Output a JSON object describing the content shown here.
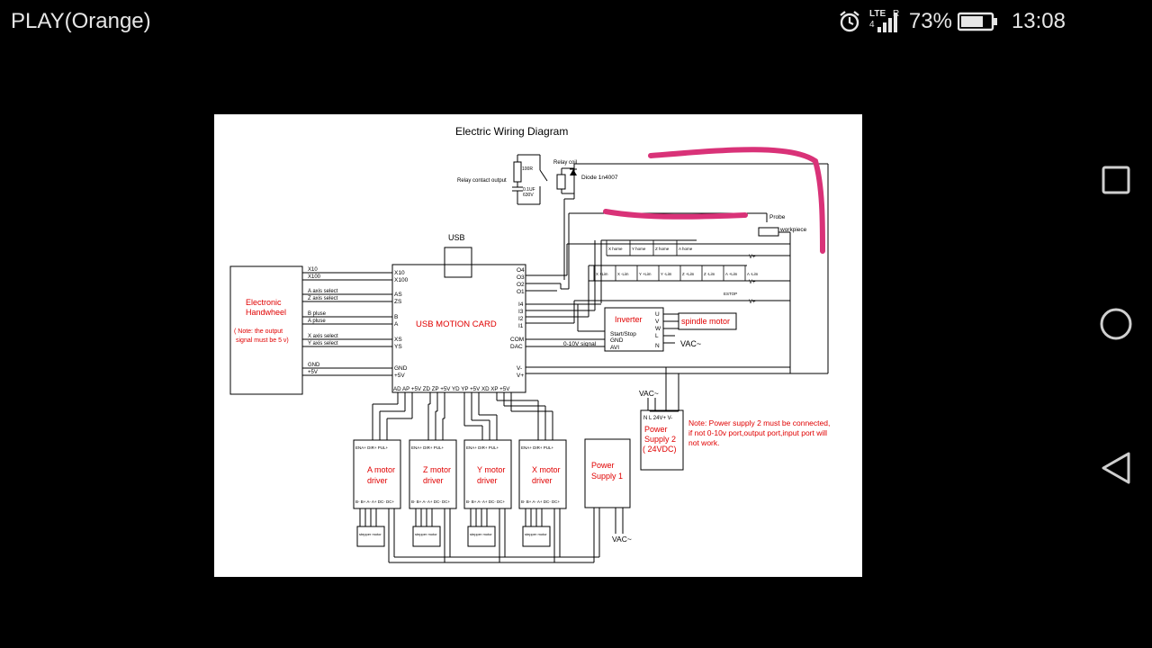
{
  "status_bar": {
    "carrier": "PLAY(Orange)",
    "network": "LTE",
    "roaming": "R",
    "signal_sub": "4",
    "battery": "73%",
    "time": "13:08",
    "icons": [
      "alarm-icon",
      "signal-icon",
      "battery-icon"
    ]
  },
  "nav_bar": {
    "buttons": [
      {
        "name": "recents-button",
        "icon": "square-icon"
      },
      {
        "name": "home-button",
        "icon": "circle-icon"
      },
      {
        "name": "back-button",
        "icon": "triangle-back-icon"
      }
    ]
  },
  "diagram": {
    "title": "Electric Wiring Diagram",
    "relay": {
      "coil": "Relay coil",
      "contact": "Relay contact output",
      "diode": "Diode 1n4007",
      "r": "100R",
      "c1": "0.1UF",
      "c2": "630V"
    },
    "probe": "Probe",
    "workpiece": "workpiece",
    "usb": "USB",
    "card": "USB MOTION CARD",
    "handwheel": {
      "title1": "Electronic",
      "title2": "Handwheel",
      "note1": "( Note: the output",
      "note2": "signal must be 5 v)"
    },
    "hw_signals": [
      "X10",
      "X100",
      "A axis select",
      "Z axis select",
      "B pluse",
      "A pluse",
      "X axis select",
      "Y axis select",
      "GND",
      "+5V"
    ],
    "card_left": [
      "X10",
      "X100",
      "AS",
      "ZS",
      "B",
      "A",
      "XS",
      "YS",
      "GND",
      "+5V"
    ],
    "card_right": [
      "O4",
      "O3",
      "O2",
      "O1",
      "I4",
      "I3",
      "I2",
      "I1",
      "COM",
      "DAC",
      "V-",
      "V+"
    ],
    "card_bottom": "AD AP +5V  ZD ZP +5V  YD YP +5V  XD XP +5V",
    "homes": [
      "X home",
      "Y home",
      "Z home",
      "A home"
    ],
    "limits": [
      "X +Lim",
      "X -Lim",
      "Y +Lim",
      "Y -Lim",
      "Z +Lim",
      "Z -Lim",
      "A +Lim",
      "A -Lim"
    ],
    "vplus": "V+",
    "estop": "ESTOP",
    "inverter": {
      "title": "Inverter",
      "start": "Start/Stop",
      "gnd": "GND",
      "avi": "AVI",
      "u": "U",
      "v": "V",
      "w": "W",
      "l": "L",
      "n": "N"
    },
    "spindle": "spindle motor",
    "vac": "VAC~",
    "signal_010": "0-10V signal",
    "drivers": [
      {
        "line1": "A motor",
        "line2": "driver"
      },
      {
        "line1": "Z motor",
        "line2": "driver"
      },
      {
        "line1": "Y motor",
        "line2": "driver"
      },
      {
        "line1": "X motor",
        "line2": "driver"
      }
    ],
    "driver_top_pins": "ENA+ DIR+ PUL+",
    "driver_bottom_pins": "B- B+ A- A+ DC- DC+",
    "stepper": "stepper motor",
    "psu1": {
      "line1": "Power",
      "line2": "Supply 1"
    },
    "psu2": {
      "line1": "Power",
      "line2": "Supply 2",
      "line3": "( 24VDC)",
      "pins": "N  L  24V+ V-"
    },
    "note_lines": [
      "Note: Power supply 2 must be connected,",
      "if not 0-10v port,output port,input port will",
      "not work."
    ],
    "annotation_color": "#d93278"
  }
}
